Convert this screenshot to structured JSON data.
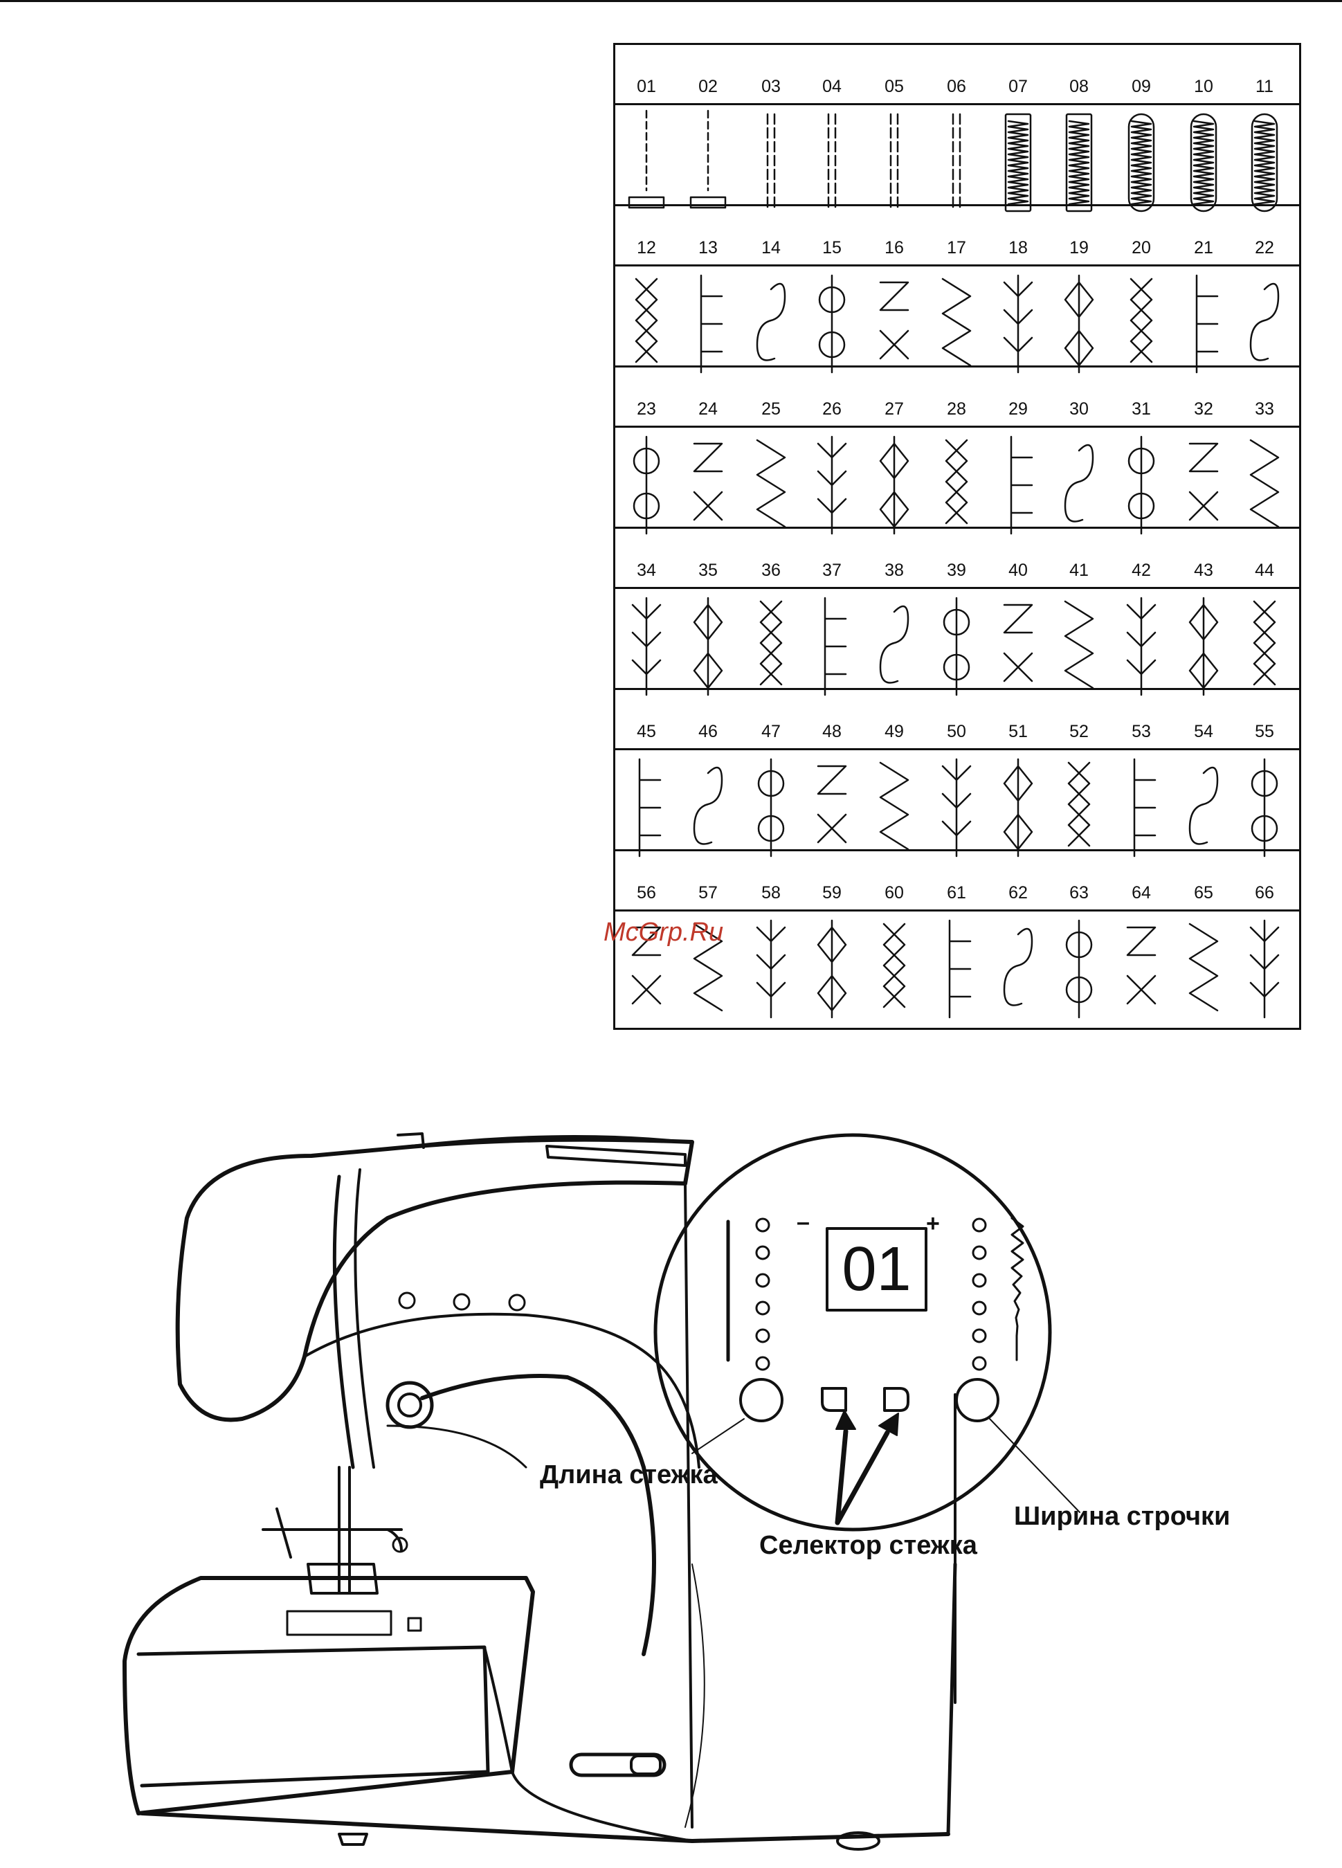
{
  "stitch_rows": [
    [
      "01",
      "02",
      "03",
      "04",
      "05",
      "06",
      "07",
      "08",
      "09",
      "10",
      "11"
    ],
    [
      "12",
      "13",
      "14",
      "15",
      "16",
      "17",
      "18",
      "19",
      "20",
      "21",
      "22"
    ],
    [
      "23",
      "24",
      "25",
      "26",
      "27",
      "28",
      "29",
      "30",
      "31",
      "32",
      "33"
    ],
    [
      "34",
      "35",
      "36",
      "37",
      "38",
      "39",
      "40",
      "41",
      "42",
      "43",
      "44"
    ],
    [
      "45",
      "46",
      "47",
      "48",
      "49",
      "50",
      "51",
      "52",
      "53",
      "54",
      "55"
    ],
    [
      "56",
      "57",
      "58",
      "59",
      "60",
      "61",
      "62",
      "63",
      "64",
      "65",
      "66"
    ]
  ],
  "watermark": "McGrp.Ru",
  "panel": {
    "display_value": "01",
    "stitch_length_label": "Длина  стежка",
    "stitch_width_label": "Ширина строчки",
    "stitch_selector_label": "Селектор стежка",
    "minus_symbol": "–",
    "plus_symbol": "+"
  },
  "colors": {
    "ink": "#111111",
    "watermark": "#c0392b",
    "background": "#ffffff"
  }
}
